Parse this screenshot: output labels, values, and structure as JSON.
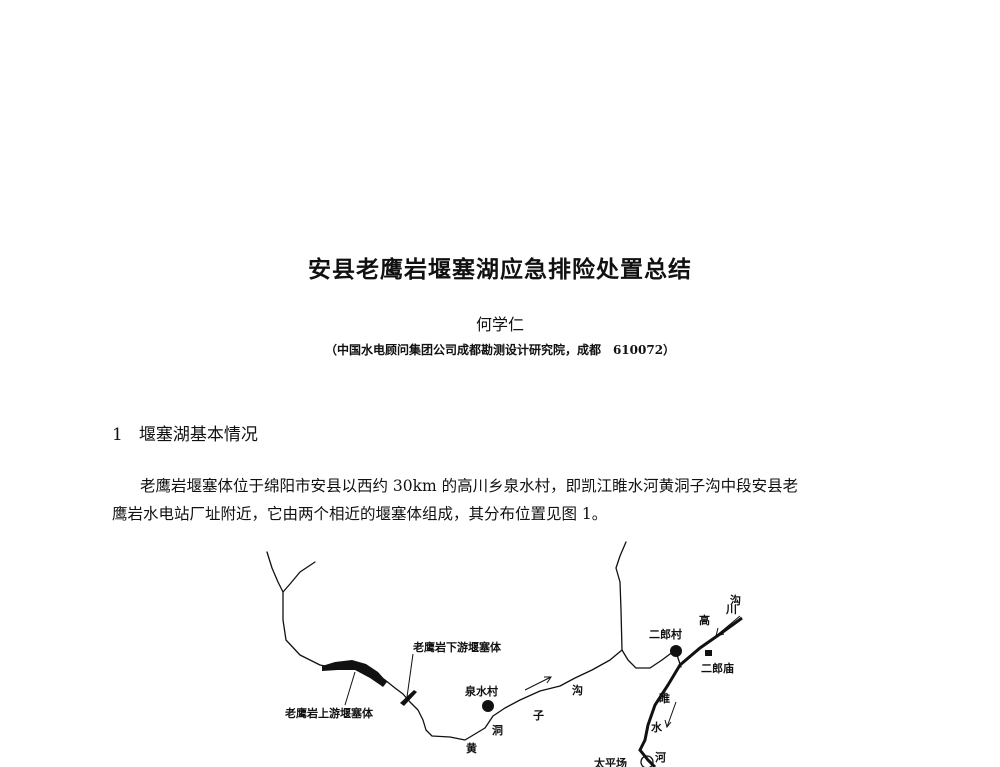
{
  "title": "安县老鹰岩堰塞湖应急排险处置总结",
  "author": "何学仁",
  "affiliation": "（中国水电顾问集团公司成都勘测设计研究院，成都　610072）",
  "section": {
    "number": "1",
    "title": "堰塞湖基本情况"
  },
  "paragraph": {
    "line1": "老鹰岩堰塞体位于绵阳市安县以西约 30km 的高川乡泉水村，即凯江睢水河黄洞子沟中段安县老",
    "line2": "鹰岩水电站厂址附近，它由两个相近的堰塞体组成，其分布位置见图 1。"
  },
  "map": {
    "labels": {
      "downstream_dam": "老鹰岩下游堰塞体",
      "upstream_dam": "老鹰岩上游堰塞体",
      "quanshui": "泉水村",
      "erlang_village": "二郎村",
      "erlang_temple": "二郎庙",
      "taiping": "太平场",
      "river_huang": "黄",
      "river_dong": "洞",
      "river_zi": "子",
      "river_gou": "沟",
      "gaochuan_gao": "高",
      "gaochuan_chuan": "川",
      "gaochuan_gou": "沟",
      "sui": "睢",
      "shui": "水",
      "he": "河"
    }
  }
}
